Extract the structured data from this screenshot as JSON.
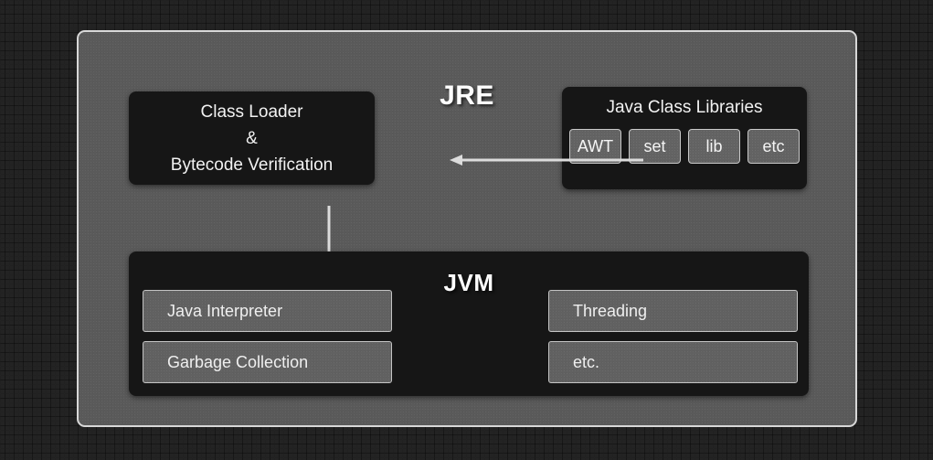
{
  "diagram": {
    "outer_panel": {
      "title": "JRE"
    },
    "class_loader": {
      "name": "class-loader-box",
      "lines": [
        "Class Loader",
        "&",
        "Bytecode Verification"
      ]
    },
    "java_class_libraries": {
      "title": "Java Class Libraries",
      "chips": [
        "AWT",
        "set",
        "lib",
        "etc"
      ]
    },
    "jvm": {
      "title": "JVM",
      "left_column": [
        "Java Interpreter",
        "Garbage Collection"
      ],
      "right_column": [
        "Threading",
        "etc."
      ]
    },
    "arrows": [
      {
        "name": "libraries-to-class-loader",
        "direction": "left"
      },
      {
        "name": "class-loader-to-jvm",
        "direction": "down"
      }
    ],
    "colors": {
      "backdrop": "#232323",
      "outer_panel": "#5a5a5a",
      "dark_box": "#161616",
      "inner_box": "#616161",
      "border_light": "#d8d8d8",
      "text": "#f2f2f2",
      "arrow": "#dcdcdc"
    }
  }
}
